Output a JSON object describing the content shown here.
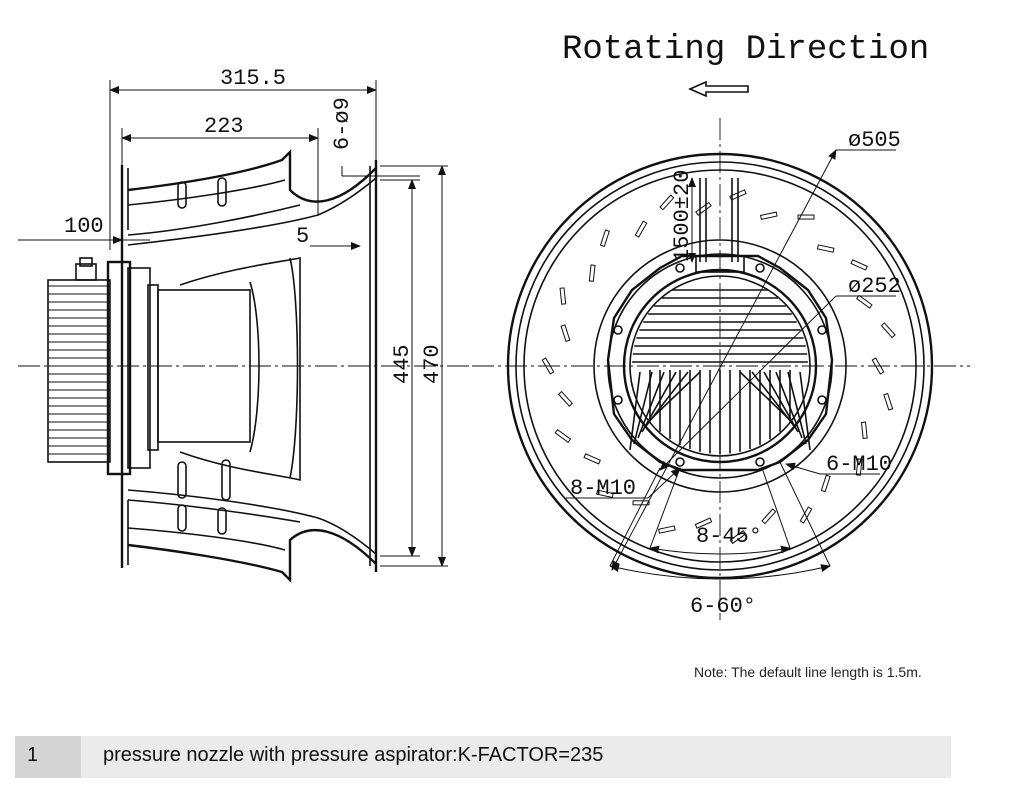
{
  "title": "Rotating Direction",
  "side_view": {
    "dims": {
      "overall_length": "315.5",
      "impeller_length": "223",
      "hub_offset": "100",
      "mount_holes": "6-ø9",
      "flange_thickness": "5",
      "inner_diameter": "445",
      "outer_diameter": "470"
    }
  },
  "front_view": {
    "dims": {
      "outer_diameter": "ø505",
      "motor_diameter": "ø252",
      "cable_length": "1500±20",
      "motor_threads": "8-M10",
      "flange_threads": "6-M10",
      "motor_angle": "8-45°",
      "flange_angle": "6-60°"
    }
  },
  "note": "Note: The default line length is 1.5m.",
  "caption": {
    "number": "1",
    "text": "pressure nozzle with pressure aspirator:K-FACTOR=235"
  }
}
